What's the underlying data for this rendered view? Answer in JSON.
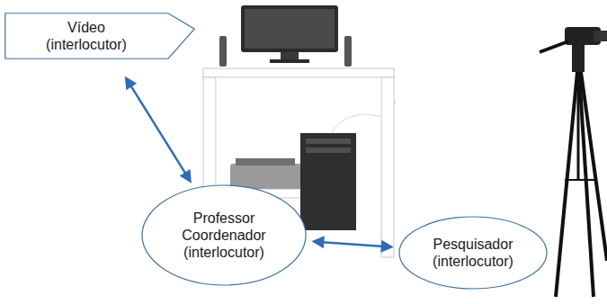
{
  "diagram": {
    "nodes": [
      {
        "text": [
          "Vídeo (interlocutor)"
        ]
      },
      {
        "text": [
          "Professor Coordenador (interlocutor)"
        ]
      },
      {
        "text": [
          "Pesquisador (interlocutor)"
        ]
      }
    ],
    "edges": [
      {
        "from": 0,
        "to": 1,
        "arrow": "both"
      },
      {
        "from": 1,
        "to": 2,
        "arrow": "both"
      }
    ]
  }
}
